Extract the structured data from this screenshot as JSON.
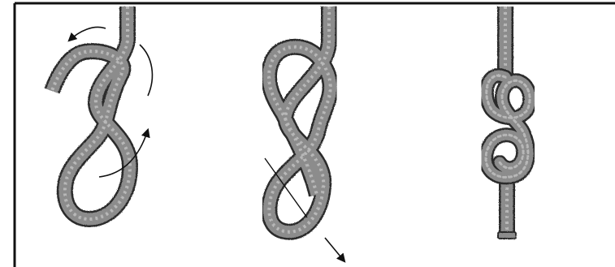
{
  "figure": {
    "panels": [
      {
        "id": "step-1",
        "icons": [
          "rope-loop-icon",
          "curved-arrow-icon"
        ]
      },
      {
        "id": "step-2",
        "icons": [
          "rope-loop-icon",
          "pull-arrow-icon"
        ]
      },
      {
        "id": "step-3",
        "icons": [
          "figure-eight-knot-icon"
        ]
      }
    ],
    "colors": {
      "frame": "#111111",
      "rope_fill": "#8c8c8c",
      "rope_outline": "#2a2a2a",
      "rope_texture": "#b4b4b4",
      "arrow": "#111111",
      "background": "#ffffff"
    }
  }
}
